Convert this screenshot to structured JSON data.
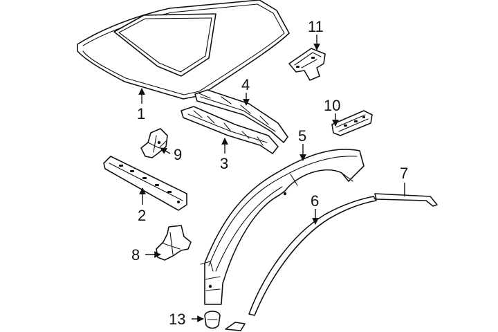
{
  "callouts": {
    "c1": "1",
    "c2": "2",
    "c3": "3",
    "c4": "4",
    "c5": "5",
    "c6": "6",
    "c7": "7",
    "c8": "8",
    "c9": "9",
    "c10": "10",
    "c11": "11",
    "c13": "13"
  }
}
